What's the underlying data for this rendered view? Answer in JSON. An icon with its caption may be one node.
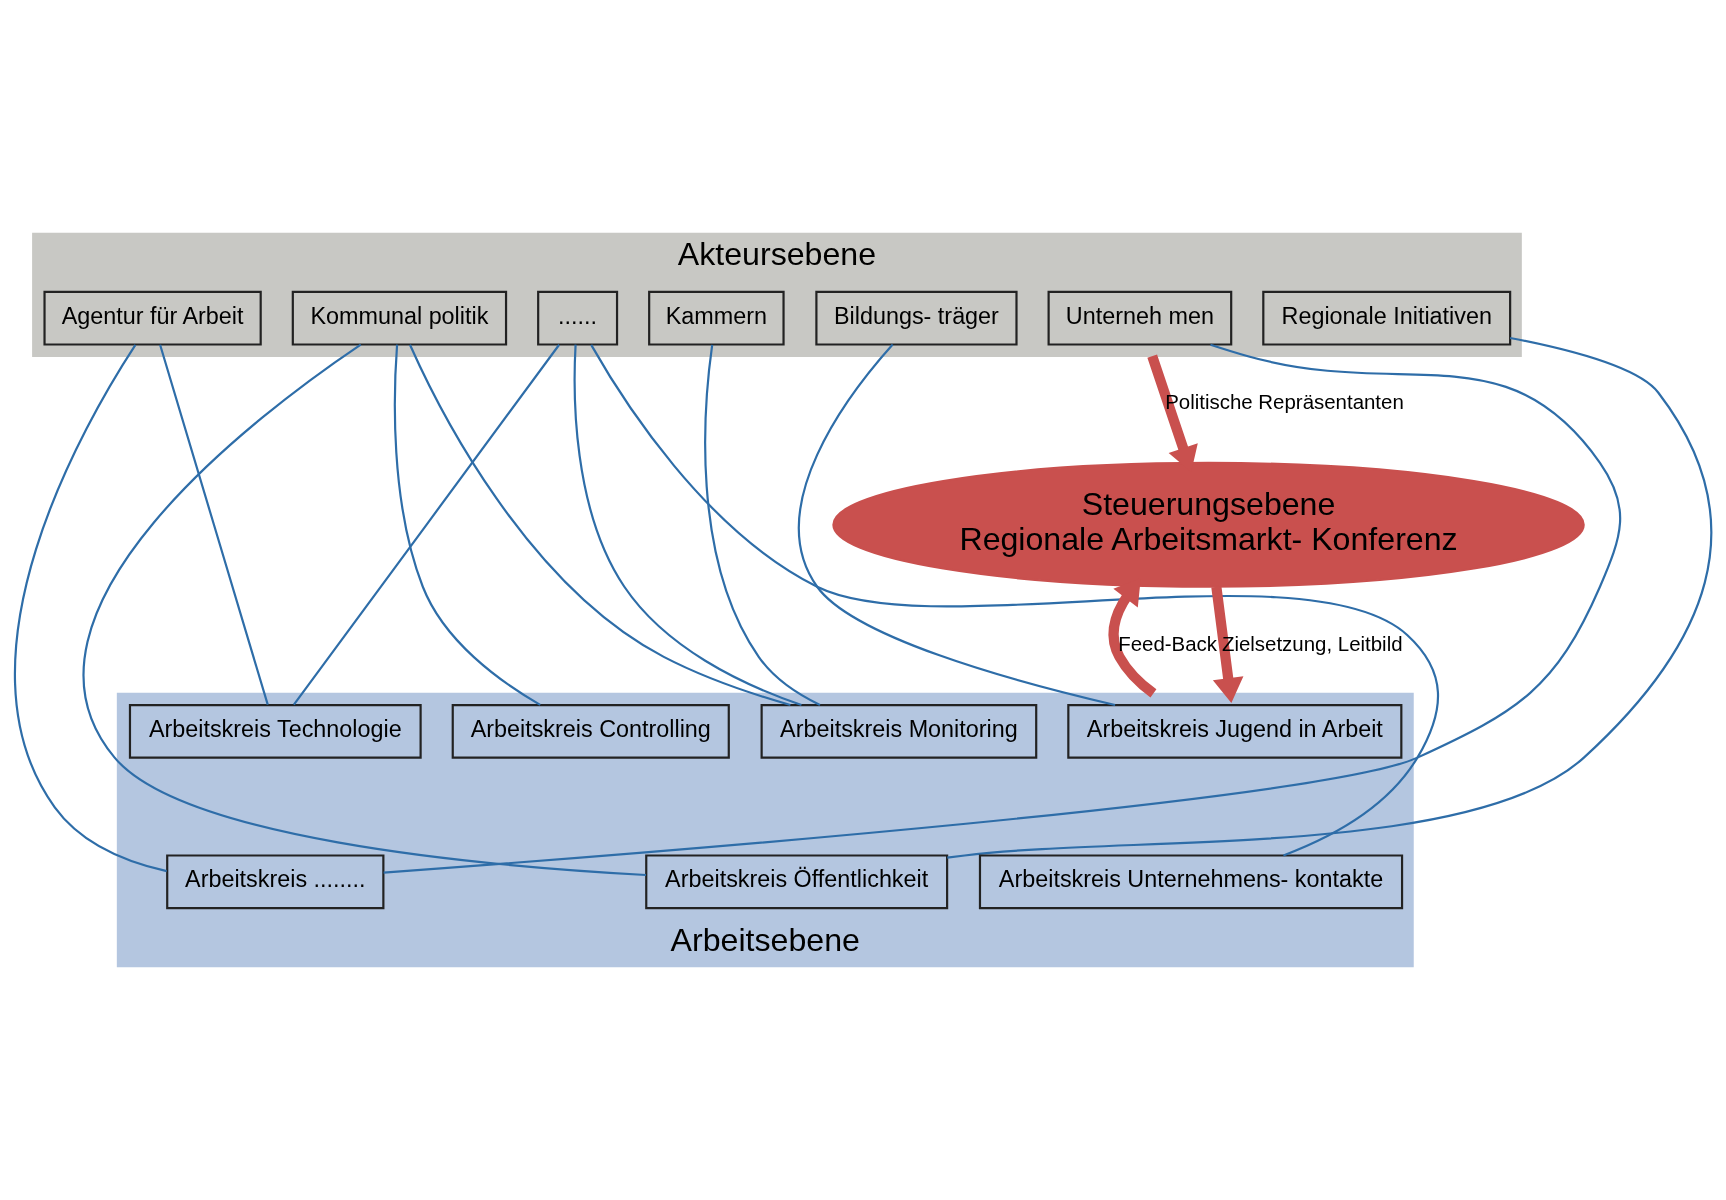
{
  "diagram": {
    "nodes": [
      {
        "text": [
          "Akteursebene"
        ]
      },
      {
        "text": [
          "Kommunal politik"
        ],
        "in": 0
      },
      {
        "text": [
          "Kammern"
        ],
        "in": 0
      },
      {
        "text": [
          "Agentur für Arbeit"
        ],
        "in": 0
      },
      {
        "text": [
          "Unterneh men"
        ],
        "in": 0
      },
      {
        "text": [
          "Regionale Initiativen"
        ],
        "in": 0
      },
      {
        "text": [
          "Bildungs- träger"
        ],
        "in": 0
      },
      {
        "text": [
          "......"
        ],
        "in": 0
      },
      {
        "text": [
          "Steuerungsebene",
          "Regionale Arbeitsmarkt- Konferenz"
        ]
      },
      {
        "text": [
          "Arbeitsebene"
        ]
      },
      {
        "text": [
          "Arbeitskreis Monitoring"
        ],
        "in": 9
      },
      {
        "text": [
          "Arbeitskreis Controlling"
        ],
        "in": 9
      },
      {
        "text": [
          "Arbeitskreis Technologie"
        ],
        "in": 9
      },
      {
        "text": [
          "Arbeitskreis Jugend in Arbeit"
        ],
        "in": 9
      },
      {
        "text": [
          "Arbeitskreis Öffentlichkeit"
        ],
        "in": 9
      },
      {
        "text": [
          "Arbeitskreis Unternehmens- kontakte"
        ],
        "in": 9
      },
      {
        "text": [
          "Arbeitskreis ........"
        ],
        "in": 9
      }
    ],
    "edges": [
      {
        "from": 0,
        "to": 8,
        "arrow": "to",
        "label": "Politische Repräsentanten",
        "style": "thick",
        "color": "#c9504e"
      },
      {
        "from": 8,
        "to": 9,
        "arrow": "to",
        "label": "Zielsetzung, Leitbild",
        "style": "thick",
        "color": "#c9504e"
      },
      {
        "from": 9,
        "to": 8,
        "arrow": "to",
        "label": "Feed-Back",
        "style": "thick",
        "color": "#c9504e"
      },
      {
        "from": 1,
        "to": 10,
        "arrow": "none"
      },
      {
        "from": 1,
        "to": 14,
        "arrow": "none"
      },
      {
        "from": 1,
        "to": 11,
        "arrow": "none"
      },
      {
        "from": 2,
        "to": 10,
        "arrow": "none"
      },
      {
        "from": 3,
        "to": 12,
        "arrow": "none"
      },
      {
        "from": 3,
        "to": 16,
        "arrow": "none"
      },
      {
        "from": 4,
        "to": 16,
        "arrow": "none"
      },
      {
        "from": 5,
        "to": 14,
        "arrow": "none"
      },
      {
        "from": 6,
        "to": 13,
        "arrow": "none"
      },
      {
        "from": 7,
        "to": 12,
        "arrow": "none"
      },
      {
        "from": 7,
        "to": 15,
        "arrow": "none"
      },
      {
        "from": 7,
        "to": 10,
        "arrow": "none"
      }
    ]
  }
}
